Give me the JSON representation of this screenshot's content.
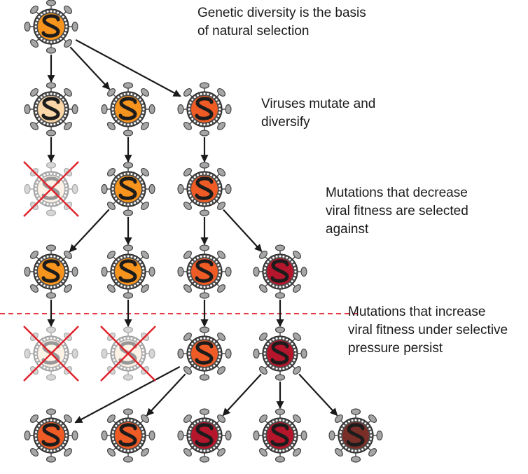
{
  "captions": {
    "diversity": [
      "Genetic diversity is the basis",
      "of natural selection"
    ],
    "mutate": [
      "Viruses mutate and",
      "diversify"
    ],
    "decrease": [
      "Mutations that decrease",
      "viral fitness are selected",
      "against"
    ],
    "increase": [
      "Mutations that increase",
      "viral fitness under selective",
      "pressure persist"
    ]
  },
  "colors": {
    "pale": "#fbd6a6",
    "orange": "#f7941d",
    "red_orange": "#ef5b25",
    "crimson": "#b5162b",
    "brown": "#7a2e28",
    "dead_fill": "#fbe3c8",
    "cross": "#e0202a",
    "threshold_line": "#e0202a",
    "arrow": "#1a1a1a"
  },
  "viruses": [
    {
      "id": "g0-a",
      "row": 0,
      "col": 0,
      "color": "orange",
      "eliminated": false
    },
    {
      "id": "g1-a",
      "row": 1,
      "col": 0,
      "color": "pale",
      "eliminated": false
    },
    {
      "id": "g1-b",
      "row": 1,
      "col": 1,
      "color": "orange",
      "eliminated": false
    },
    {
      "id": "g1-c",
      "row": 1,
      "col": 2,
      "color": "red_orange",
      "eliminated": false
    },
    {
      "id": "g2-a",
      "row": 2,
      "col": 0,
      "color": "pale",
      "eliminated": true
    },
    {
      "id": "g2-b",
      "row": 2,
      "col": 1,
      "color": "orange",
      "eliminated": false
    },
    {
      "id": "g2-c",
      "row": 2,
      "col": 2,
      "color": "red_orange",
      "eliminated": false
    },
    {
      "id": "g3-a",
      "row": 3,
      "col": 0,
      "color": "orange",
      "eliminated": false
    },
    {
      "id": "g3-b",
      "row": 3,
      "col": 1,
      "color": "orange",
      "eliminated": false
    },
    {
      "id": "g3-c",
      "row": 3,
      "col": 2,
      "color": "red_orange",
      "eliminated": false
    },
    {
      "id": "g3-d",
      "row": 3,
      "col": 3,
      "color": "crimson",
      "eliminated": false
    },
    {
      "id": "g4-a",
      "row": 4,
      "col": 0,
      "color": "pale",
      "eliminated": true
    },
    {
      "id": "g4-b",
      "row": 4,
      "col": 1,
      "color": "pale",
      "eliminated": true
    },
    {
      "id": "g4-c",
      "row": 4,
      "col": 2,
      "color": "red_orange",
      "eliminated": false
    },
    {
      "id": "g4-d",
      "row": 4,
      "col": 3,
      "color": "crimson",
      "eliminated": false
    },
    {
      "id": "g5-a",
      "row": 5,
      "col": 0,
      "color": "red_orange",
      "eliminated": false
    },
    {
      "id": "g5-b",
      "row": 5,
      "col": 1,
      "color": "red_orange",
      "eliminated": false
    },
    {
      "id": "g5-c",
      "row": 5,
      "col": 2,
      "color": "crimson",
      "eliminated": false
    },
    {
      "id": "g5-d",
      "row": 5,
      "col": 3,
      "color": "crimson",
      "eliminated": false
    },
    {
      "id": "g5-e",
      "row": 5,
      "col": 4,
      "color": "brown",
      "eliminated": false
    }
  ],
  "arrows": [
    {
      "from": "g0-a",
      "to": "g1-a"
    },
    {
      "from": "g0-a",
      "to": "g1-b"
    },
    {
      "from": "g0-a",
      "to": "g1-c"
    },
    {
      "from": "g1-a",
      "to": "g2-a"
    },
    {
      "from": "g1-b",
      "to": "g2-b"
    },
    {
      "from": "g1-c",
      "to": "g2-c"
    },
    {
      "from": "g2-b",
      "to": "g3-a"
    },
    {
      "from": "g2-b",
      "to": "g3-b"
    },
    {
      "from": "g2-c",
      "to": "g3-c"
    },
    {
      "from": "g2-c",
      "to": "g3-d"
    },
    {
      "from": "g3-a",
      "to": "g4-a"
    },
    {
      "from": "g3-b",
      "to": "g4-b"
    },
    {
      "from": "g3-c",
      "to": "g4-c"
    },
    {
      "from": "g3-d",
      "to": "g4-d"
    },
    {
      "from": "g4-c",
      "to": "g5-a"
    },
    {
      "from": "g4-c",
      "to": "g5-b"
    },
    {
      "from": "g4-d",
      "to": "g5-c"
    },
    {
      "from": "g4-d",
      "to": "g5-d"
    },
    {
      "from": "g4-d",
      "to": "g5-e"
    }
  ]
}
